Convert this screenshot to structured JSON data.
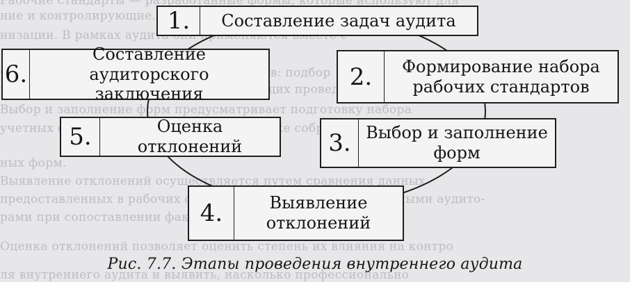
{
  "diagram": {
    "steps": [
      {
        "number": "1.",
        "label": "Составление задач аудита"
      },
      {
        "number": "2.",
        "label": "Формирование набора\nрабочих стандартов"
      },
      {
        "number": "3.",
        "label": "Выбор и заполнение\nформ"
      },
      {
        "number": "4.",
        "label": "Выявление\nотклонений"
      },
      {
        "number": "5.",
        "label": "Оценка отклонений"
      },
      {
        "number": "6.",
        "label": "Составление аудиторского\nзаключения"
      }
    ],
    "caption": "Рис. 7.7. Этапы проведения внутреннего аудита"
  },
  "background_text": [
    "Рабочие стандарты — разработанные формы, которые используют для",
    "ние и контролирующие… анализируют деятельность орга-",
    "низации. В рамках аудита они применяются вместе с",
    "Формирование набора рабочих стандартов: подбор",
    "всех необходимых форм, регламентирующих проведение",
    "Выбор и заполнение форм предусматривает подготовку набора",
    "учетных форм, заполнение их на основе уже собранных данных",
    "ных форм.",
    "Выявление отклонений осуществляется путем сравнения данных",
    "предоставленных в рабочих формах с результатами, полученными аудито-",
    "рами при сопоставлении фактических и отчетных данных.",
    "Оценка отклонений позволяет оценить степень их влияния на контро",
    "ля внутреннего аудита и выявить, насколько профессионально"
  ]
}
